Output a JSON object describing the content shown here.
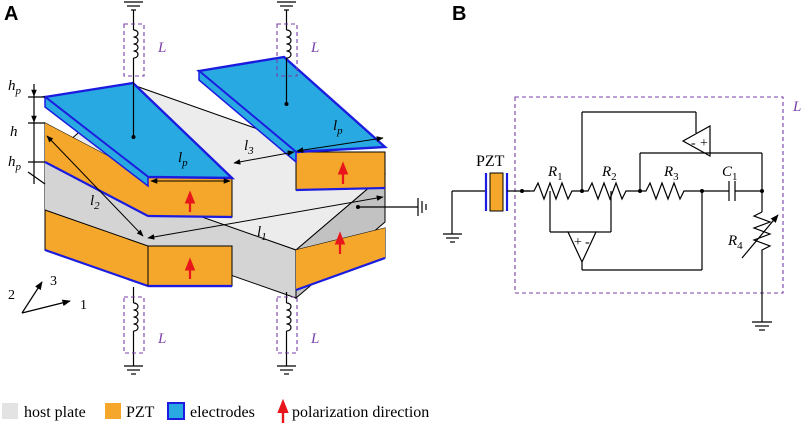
{
  "panels": {
    "a": "A",
    "b": "B"
  },
  "inductor_label": "L",
  "dims": {
    "hp_top": "h",
    "hp_top_sub": "p",
    "h": "h",
    "hp_bottom": "h",
    "hp_bottom_sub": "p",
    "lp_left": "l",
    "lp_left_sub": "p",
    "lp_right": "l",
    "lp_right_sub": "p",
    "l3": "l",
    "l3_sub": "3",
    "l2": "l",
    "l2_sub": "2",
    "l1": "l",
    "l1_sub": "1"
  },
  "axes": {
    "x": "1",
    "y": "2",
    "z": "3"
  },
  "circuit": {
    "pzt": "PZT",
    "r1": "R",
    "r1_sub": "1",
    "r2": "R",
    "r2_sub": "2",
    "r3": "R",
    "r3_sub": "3",
    "c1": "C",
    "c1_sub": "1",
    "r4": "R",
    "r4_sub": "4",
    "opamp_plus": "+",
    "opamp_minus": "-",
    "box_label": "L"
  },
  "legend": [
    {
      "label": "host plate",
      "color": "#e3e3e3"
    },
    {
      "label": "PZT",
      "color": "#f4a72a"
    },
    {
      "label": "electrodes",
      "color": "#29a9e1"
    },
    {
      "label": "polarization direction",
      "color": "#e8161b"
    }
  ],
  "colors": {
    "host_top": "#ececec",
    "host_front": "#dcdcdc",
    "host_side": "#c8c8c8",
    "pzt": "#f4a72a",
    "pzt_side": "#e08e14",
    "electrode": "#29a9e1",
    "electrode_edge": "#1c1ce0",
    "arrow": "#e8161b",
    "inductor_box": "#7a3fa8"
  }
}
